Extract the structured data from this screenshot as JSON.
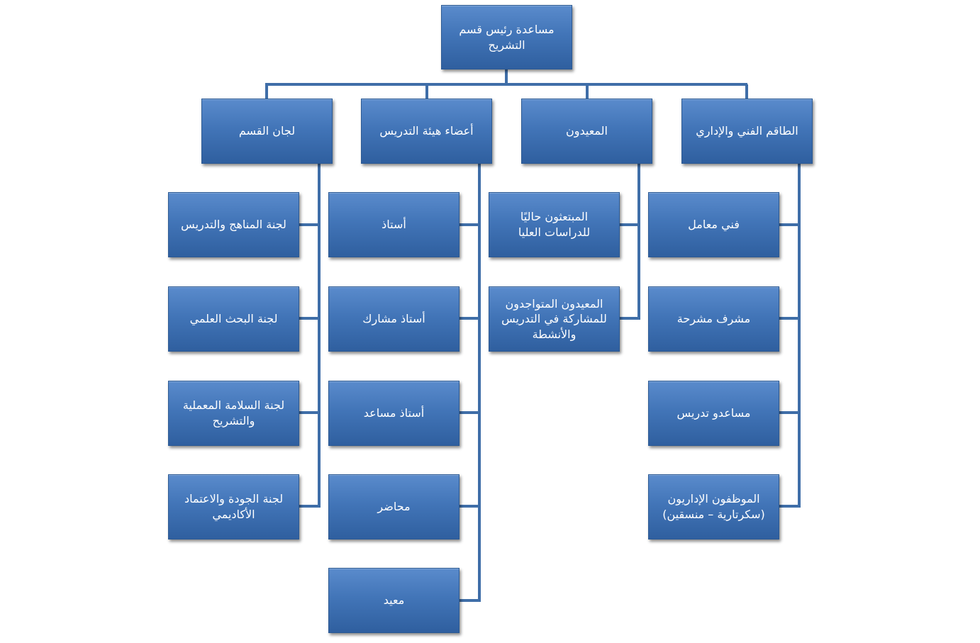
{
  "root": {
    "label": "مساعدة رئيس قسم\nالتشريح"
  },
  "departments": [
    {
      "id": "committees",
      "label": "لجان القسم"
    },
    {
      "id": "faculty",
      "label": "أعضاء هيئة التدريس"
    },
    {
      "id": "demonstrators",
      "label": "المعيدون"
    },
    {
      "id": "staff",
      "label": "الطاقم الفني والإداري"
    }
  ],
  "committees_items": [
    {
      "label": "لجنة المناهج والتدريس"
    },
    {
      "label": "لجنة البحث العلمي"
    },
    {
      "label": "لجنة السلامة المعملية\nوالتشريح"
    },
    {
      "label": "لجنة الجودة والاعتماد\nالأكاديمي"
    }
  ],
  "faculty_items": [
    {
      "label": "أستاذ"
    },
    {
      "label": "أستاذ مشارك"
    },
    {
      "label": "أستاذ مساعد"
    },
    {
      "label": "محاضر"
    },
    {
      "label": "معيد"
    }
  ],
  "demonstrators_items": [
    {
      "label": "المبتعثون حاليًا\nللدراسات العليا"
    },
    {
      "label": "المعيدون المتواجدون\nللمشاركة في التدريس\nوالأنشطة"
    }
  ],
  "staff_items": [
    {
      "label": "فني معامل"
    },
    {
      "label": "مشرف مشرحة"
    },
    {
      "label": "مساعدو تدريس"
    },
    {
      "label": "الموظفون الإداريون\n(سكرتارية – منسقين)"
    }
  ],
  "colors": {
    "box": "#4275b8",
    "connector": "#3f6ea8",
    "text": "#ffffff"
  }
}
